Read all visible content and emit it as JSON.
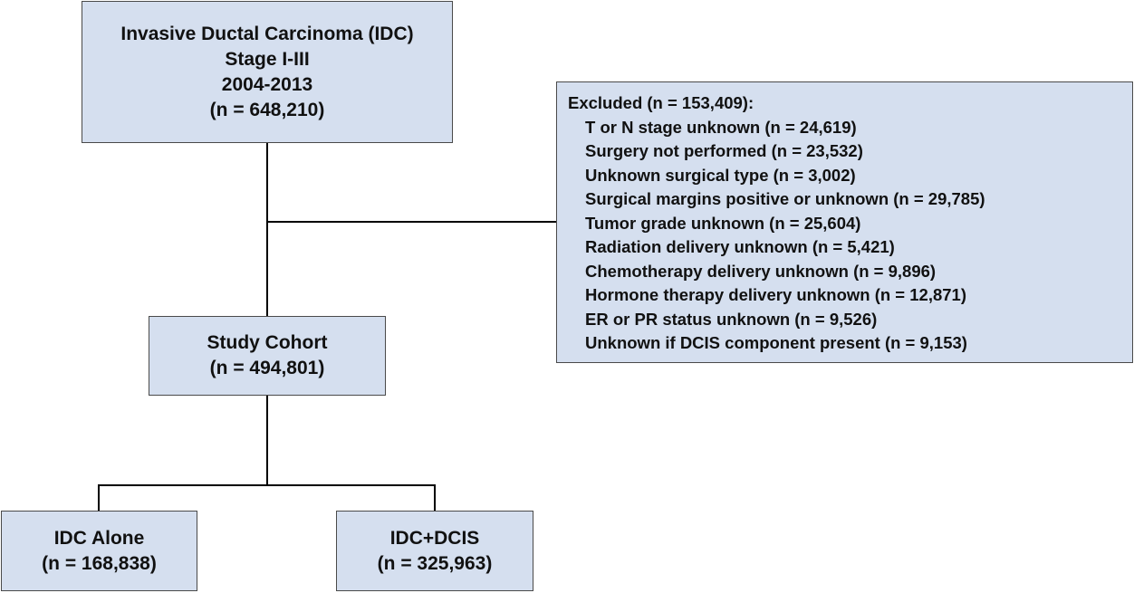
{
  "colors": {
    "box_fill": "#d5dfef",
    "box_border": "#4a4a4a",
    "connector": "#000000"
  },
  "boxes": {
    "idc": {
      "lines": [
        "Invasive Ductal Carcinoma (IDC)",
        "Stage I-III",
        "2004-2013",
        "(n = 648,210)"
      ]
    },
    "excluded": {
      "header": "Excluded (n = 153,409):",
      "items": [
        "T or N stage unknown (n = 24,619)",
        "Surgery not performed (n = 23,532)",
        "Unknown surgical type (n = 3,002)",
        "Surgical margins positive or unknown (n = 29,785)",
        "Tumor grade unknown (n = 25,604)",
        "Radiation delivery unknown (n = 5,421)",
        "Chemotherapy delivery unknown (n = 9,896)",
        "Hormone therapy delivery unknown (n = 12,871)",
        "ER or PR status unknown (n = 9,526)",
        "Unknown if DCIS component present (n = 9,153)"
      ]
    },
    "cohort": {
      "lines": [
        "Study Cohort",
        "(n = 494,801)"
      ]
    },
    "idc_alone": {
      "lines": [
        "IDC Alone",
        "(n = 168,838)"
      ]
    },
    "idc_dcis": {
      "lines": [
        "IDC+DCIS",
        "(n = 325,963)"
      ]
    }
  }
}
